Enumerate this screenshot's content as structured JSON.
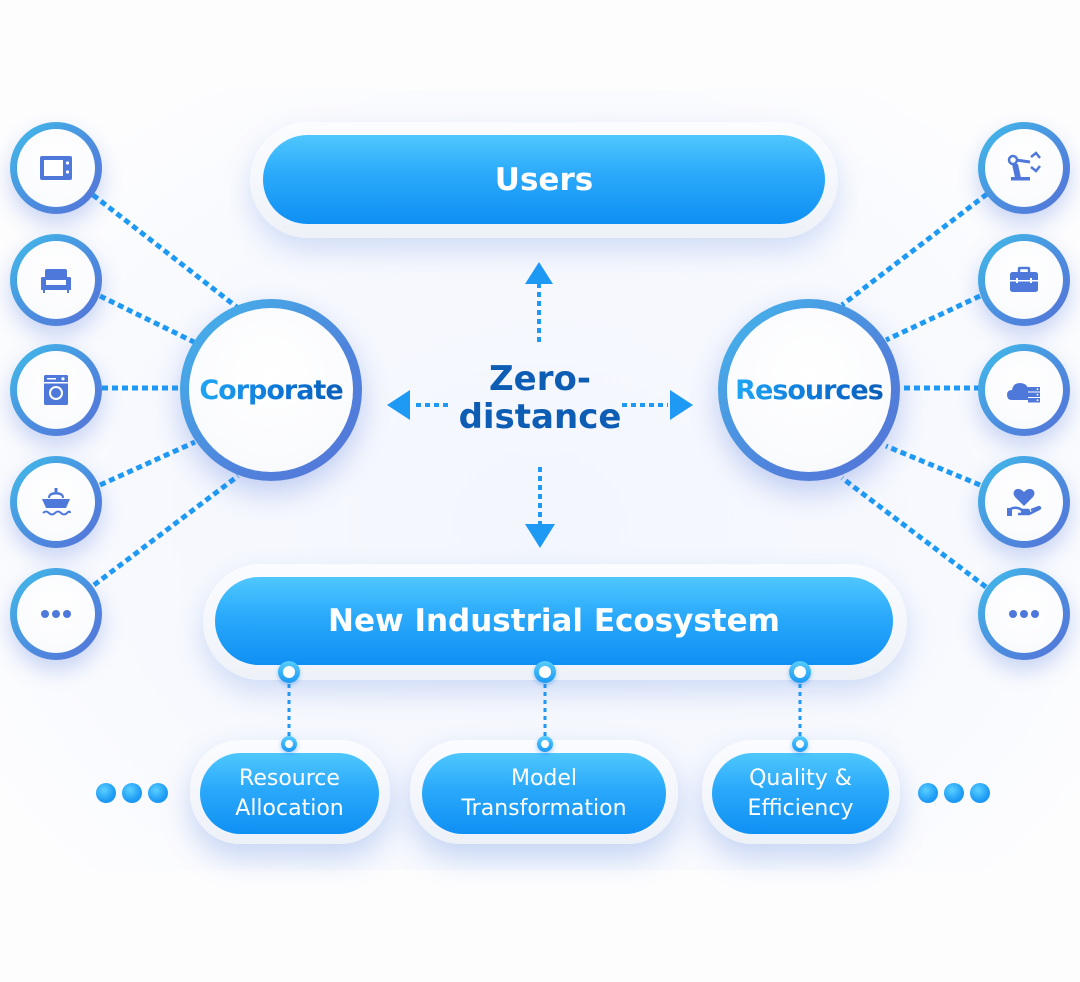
{
  "diagram": {
    "top_node": {
      "label": "Users"
    },
    "center_node": {
      "label_line1": "Zero-",
      "label_line2": "distance",
      "arrows": [
        "up",
        "left",
        "right",
        "down"
      ]
    },
    "left_hub": {
      "label": "Corporate",
      "items": [
        {
          "icon": "microwave-icon"
        },
        {
          "icon": "sofa-icon"
        },
        {
          "icon": "washing-machine-icon"
        },
        {
          "icon": "ship-icon"
        },
        {
          "icon": "more-dots-icon"
        }
      ]
    },
    "right_hub": {
      "label": "Resources",
      "items": [
        {
          "icon": "robotic-arm-icon"
        },
        {
          "icon": "briefcase-icon"
        },
        {
          "icon": "cloud-server-icon"
        },
        {
          "icon": "heart-hand-icon"
        },
        {
          "icon": "more-dots-icon"
        }
      ]
    },
    "bottom_node": {
      "label": "New Industrial Ecosystem"
    },
    "outcomes": [
      {
        "line1": "Resource",
        "line2": "Allocation"
      },
      {
        "line1": "Model",
        "line2": "Transformation"
      },
      {
        "line1": "Quality &",
        "line2": "Efficiency"
      }
    ],
    "continuation_markers": {
      "left": "more-dots",
      "right": "more-dots"
    }
  },
  "colors": {
    "primary_blue": "#1b98f4",
    "pill_light": "#4fc7fd",
    "pill_dark": "#0f90f3",
    "icon_blue": "#4f78db",
    "text_dark_blue": "#0d5db5",
    "dash_line": "#1e9af5"
  }
}
